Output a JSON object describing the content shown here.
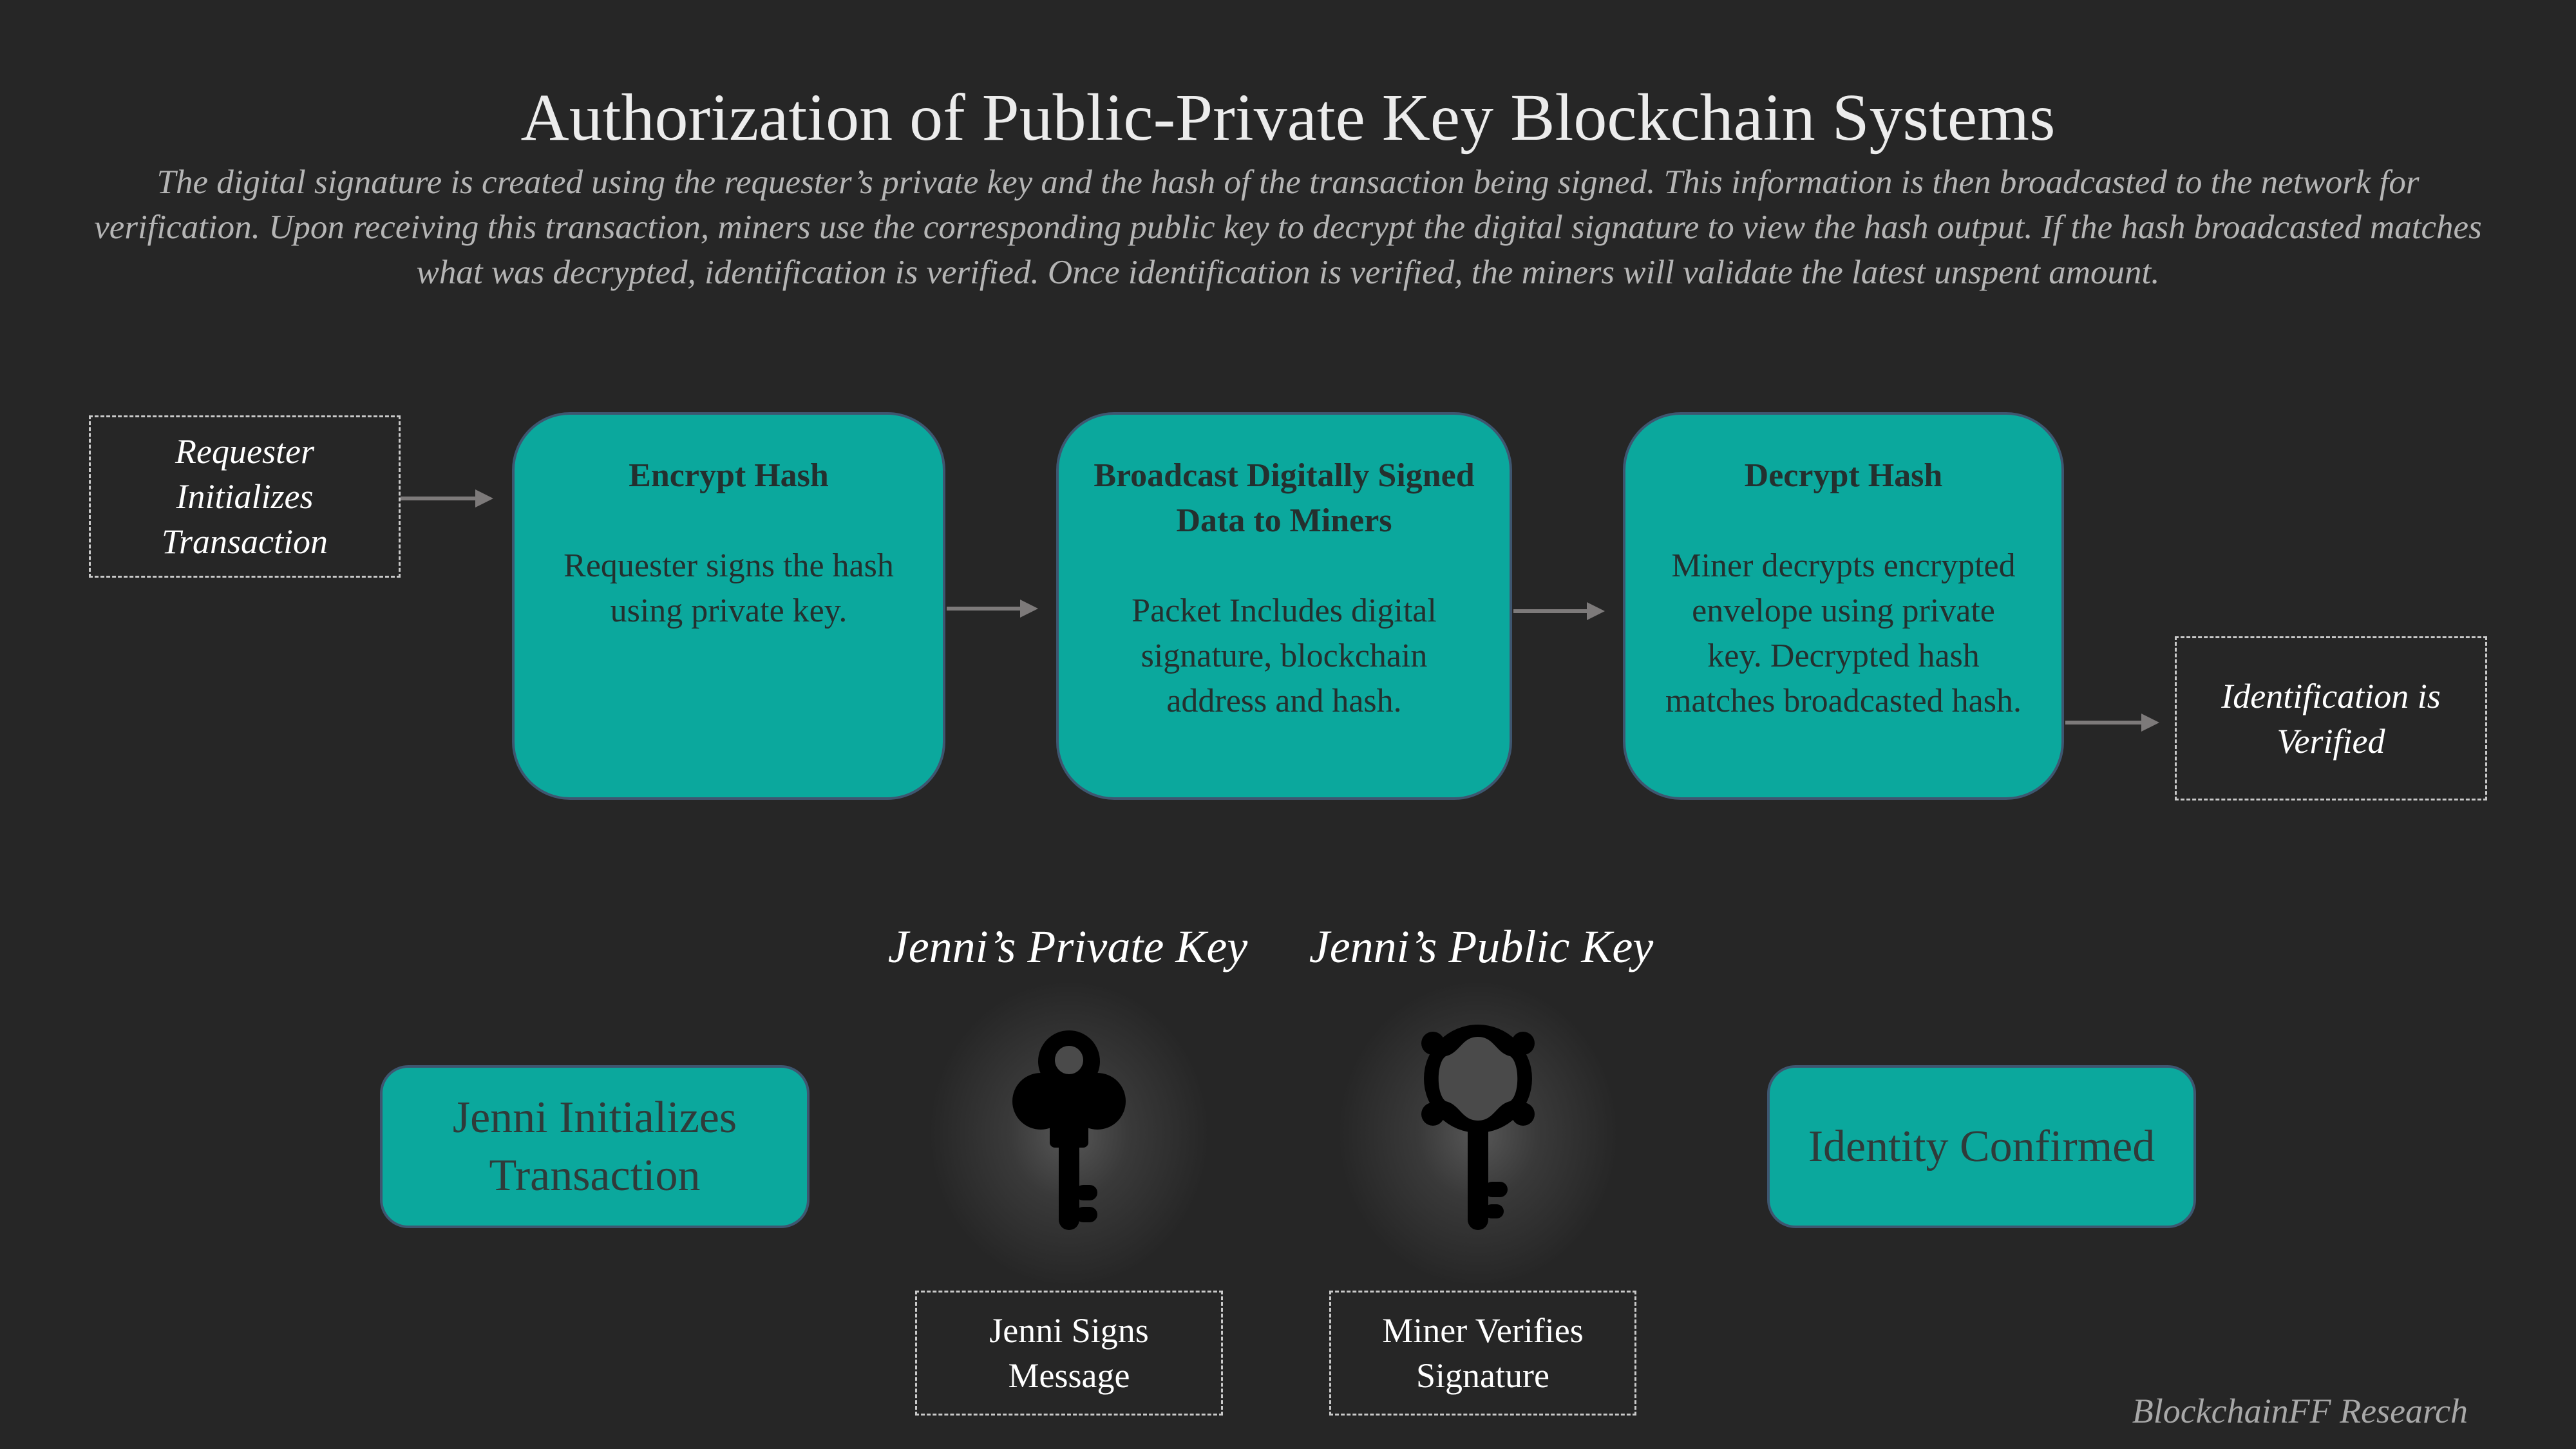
{
  "header": {
    "title": "Authorization of Public-Private Key Blockchain Systems",
    "description": "The digital signature is created using the requester’s private key and the hash of the transaction being signed. This information is then broadcasted to the network for verification. Upon receiving this transaction, miners use the corresponding public key to decrypt the digital signature to view the hash output. If the hash broadcasted matches what was decrypted, identification is verified. Once identification is verified, the miners will validate the latest unspent amount."
  },
  "flow": {
    "start": {
      "label": "Requester Initializes Transaction"
    },
    "steps": [
      {
        "title": "Encrypt Hash",
        "body": "Requester signs the hash using private key."
      },
      {
        "title": "Broadcast Digitally Signed Data to Miners",
        "body": "Packet Includes digital signature, blockchain address and hash."
      },
      {
        "title": "Decrypt Hash",
        "body": "Miner decrypts encrypted envelope using private key. Decrypted hash matches broadcasted hash."
      }
    ],
    "end": {
      "label": "Identification is Verified"
    }
  },
  "example": {
    "start_label": "Jenni Initializes Transaction",
    "end_label": "Identity Confirmed",
    "private_key": {
      "title": "Jenni’s Private Key",
      "icon": "private-key-icon",
      "caption": "Jenni Signs Message"
    },
    "public_key": {
      "title": "Jenni’s Public Key",
      "icon": "public-key-icon",
      "caption": "Miner Verifies Signature"
    }
  },
  "footer": {
    "credit": "BlockchainFF Research"
  },
  "colors": {
    "background": "#262626",
    "teal": "#0ba89d",
    "box_border": "#3e5670",
    "arrow": "#7d7a7a",
    "title_text": "#ececec",
    "subtitle_text": "#b5b5b5"
  }
}
